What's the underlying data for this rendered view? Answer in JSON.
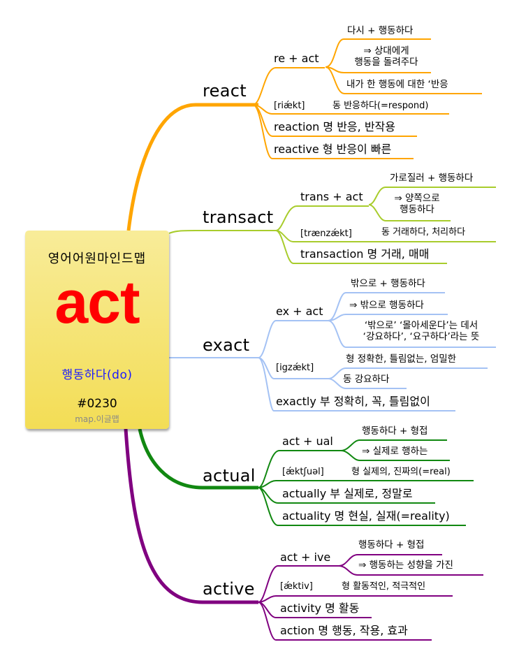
{
  "center": {
    "title": "영어어원마인드맵",
    "word": "act",
    "meaning": "행동하다(do)",
    "number": "#0230",
    "brand": "map.이글맵",
    "colors": {
      "card_top": "#f8ec99",
      "card_bottom": "#f3dd55",
      "word": "#ff0000",
      "meaning": "#1a1aff"
    }
  },
  "branches": [
    {
      "topic": "react",
      "color": "#ffa500",
      "etymology": {
        "label": "re + act",
        "notes": [
          "다시  + 행동하다",
          "⇒ 상대에게\n행동을 돌려주다",
          "내가 한 행동에 대한 ‘반응"
        ]
      },
      "pronunciation": "[riǽkt]",
      "pronunciation_meaning": "동 반응하다(=respond)",
      "derivatives": [
        "reaction 명 반응, 반작용",
        "reactive 형 반응이 빠른"
      ]
    },
    {
      "topic": "transact",
      "color": "#a8cc2c",
      "etymology": {
        "label": "trans + act",
        "notes": [
          "가로질러  + 행동하다",
          "⇒ 양쪽으로\n행동하다"
        ]
      },
      "pronunciation": "[trænzǽkt]",
      "pronunciation_meaning": "동 거래하다, 처리하다",
      "derivatives": [
        "transaction 명 거래, 매매"
      ]
    },
    {
      "topic": "exact",
      "color": "#a4c2f4",
      "etymology": {
        "label": "ex + act",
        "notes": [
          "밖으로  + 행동하다",
          "⇒ 밖으로 행동하다",
          "‘밖으로’ ‘몰아세운다’는 데서\n‘강요하다’, ‘요구하다’라는 뜻"
        ]
      },
      "pronunciation": "[igzǽkt]",
      "pronunciation_meanings": [
        "형 정확한, 틀림없는, 엄밀한",
        "동 강요하다"
      ],
      "derivatives": [
        "exactly 부 정확히, 꼭, 틀림없이"
      ]
    },
    {
      "topic": "actual",
      "color": "#118811",
      "etymology": {
        "label": "act + ual",
        "notes": [
          "행동하다  + 형접",
          "⇒ 실제로 행하는"
        ]
      },
      "pronunciation": "[ǽktʃuəl]",
      "pronunciation_meaning": "형 실제의, 진짜의(=real)",
      "derivatives": [
        "actually 부 실제로, 정말로",
        "actuality 명 현실, 실재(=reality)"
      ]
    },
    {
      "topic": "active",
      "color": "#800080",
      "etymology": {
        "label": "act + ive",
        "notes": [
          "행동하다  + 형접",
          "⇒ 행동하는 성향을 가진"
        ]
      },
      "pronunciation": "[ǽktiv]",
      "pronunciation_meaning": "형 활동적인, 적극적인",
      "derivatives": [
        "activity 명 활동",
        "action 명 행동, 작용, 효과"
      ]
    }
  ]
}
